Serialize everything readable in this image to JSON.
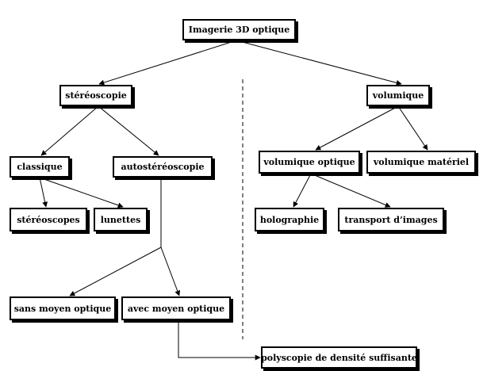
{
  "diagram": {
    "nodes": {
      "root": "Imagerie 3D optique",
      "stereoscopie": "stéréoscopie",
      "volumique": "volumique",
      "classique": "classique",
      "autostereoscopie": "autostéréoscopie",
      "volumique_optique": "volumique optique",
      "volumique_materiel": "volumique matériel",
      "stereoscopes": "stéréoscopes",
      "lunettes": "lunettes",
      "holographie": "holographie",
      "transport_images": "transport d’images",
      "sans_moyen_optique": "sans moyen optique",
      "avec_moyen_optique": "avec moyen optique",
      "polyscopie": "polyscopie de densité suffisante"
    },
    "edges": [
      [
        "root",
        "stereoscopie"
      ],
      [
        "root",
        "volumique"
      ],
      [
        "stereoscopie",
        "classique"
      ],
      [
        "stereoscopie",
        "autostereoscopie"
      ],
      [
        "classique",
        "stereoscopes"
      ],
      [
        "classique",
        "lunettes"
      ],
      [
        "volumique",
        "volumique_optique"
      ],
      [
        "volumique",
        "volumique_materiel"
      ],
      [
        "volumique_optique",
        "holographie"
      ],
      [
        "volumique_optique",
        "transport_images"
      ],
      [
        "autostereoscopie",
        "sans_moyen_optique"
      ],
      [
        "autostereoscopie",
        "avec_moyen_optique"
      ],
      [
        "avec_moyen_optique",
        "polyscopie"
      ]
    ],
    "line_color": "#000000",
    "box_color": "#ffffff"
  }
}
